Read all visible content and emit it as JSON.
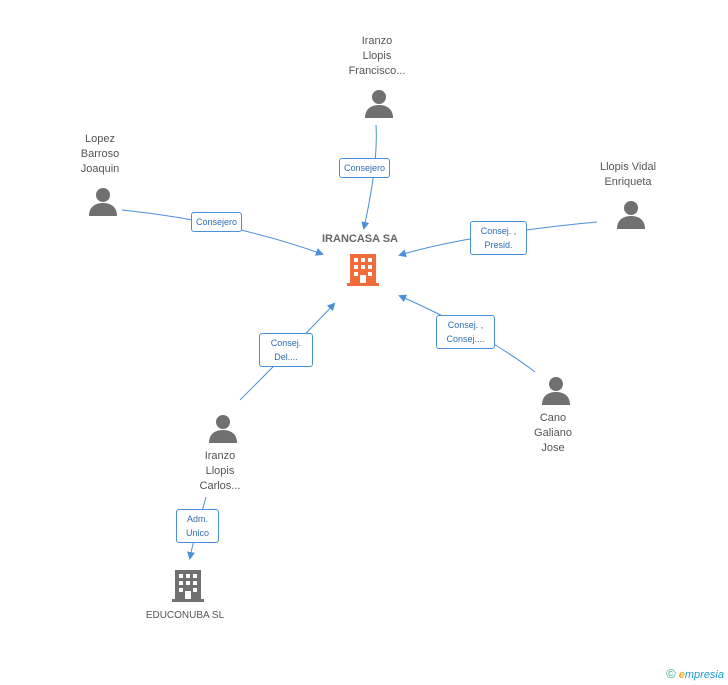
{
  "company": {
    "name": "IRANCASA SA",
    "color": "#f26b3a"
  },
  "secondary_company": {
    "name": "EDUCONUBA SL",
    "color": "#707070"
  },
  "people": [
    {
      "id": "iranzo-francisco",
      "lines": [
        "Iranzo",
        "Llopis",
        "Francisco..."
      ]
    },
    {
      "id": "lopez-joaquin",
      "lines": [
        "Lopez",
        "Barroso",
        "Joaquin"
      ]
    },
    {
      "id": "llopis-enriqueta",
      "lines": [
        "Llopis Vidal",
        "Enriqueta"
      ]
    },
    {
      "id": "cano-jose",
      "lines": [
        "Cano",
        "Galiano",
        "Jose"
      ]
    },
    {
      "id": "iranzo-carlos",
      "lines": [
        "Iranzo",
        "Llopis",
        "Carlos..."
      ]
    }
  ],
  "relations": [
    {
      "id": "rel-francisco",
      "lines": [
        "Consejero"
      ]
    },
    {
      "id": "rel-joaquin",
      "lines": [
        "Consejero"
      ]
    },
    {
      "id": "rel-enriqueta",
      "lines": [
        "Consej. ,",
        "Presid."
      ]
    },
    {
      "id": "rel-jose",
      "lines": [
        "Consej. ,",
        "Consej...."
      ]
    },
    {
      "id": "rel-carlos",
      "lines": [
        "Consej.",
        "Del...."
      ]
    },
    {
      "id": "rel-carlos-educonuba",
      "lines": [
        "Adm.",
        "Unico"
      ]
    }
  ],
  "colors": {
    "edge": "#4a90d9",
    "person": "#707070"
  },
  "footer": {
    "copyright": "©",
    "brand_initial": "e",
    "brand_rest": "mpresia"
  }
}
